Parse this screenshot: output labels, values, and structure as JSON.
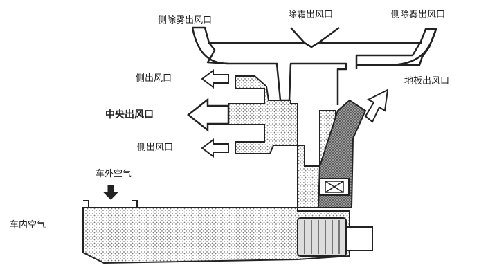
{
  "labels": {
    "side_defrost_left": "侧除雾出风口",
    "defrost": "除霜出风口",
    "side_defrost_right": "侧除雾出风口",
    "floor": "地板出风口",
    "side_vent_upper": "侧出风口",
    "center_vent": "中央出风口",
    "side_vent_lower": "侧出风口",
    "outside_air": "车外空气",
    "inside_air": "车内空气"
  },
  "colors": {
    "line": "#222222",
    "dot_fill": "#8a8a8a",
    "hatch_fill": "#555555",
    "background": "#ffffff"
  }
}
